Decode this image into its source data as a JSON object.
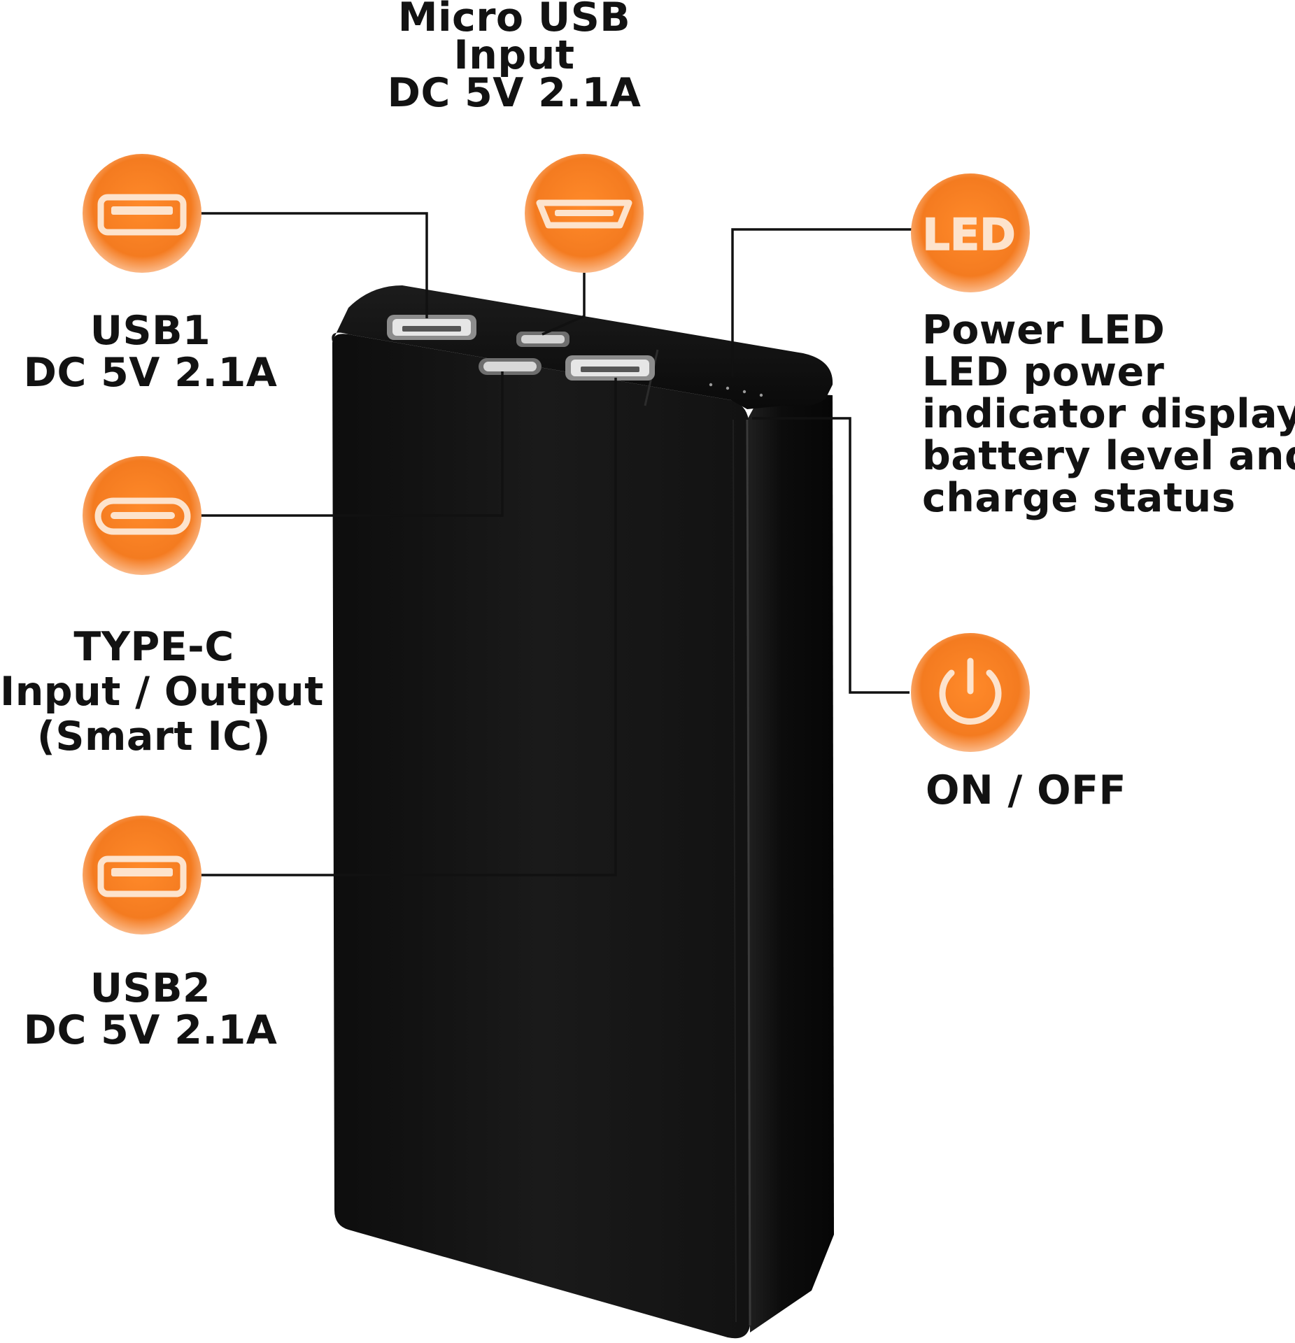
{
  "colors": {
    "accent": "#F47B20",
    "device": "#141414",
    "text": "#121212",
    "line": "#111111"
  },
  "callouts": {
    "usb1": {
      "icon": "usb-a-port-icon",
      "lines": [
        "USB1",
        "DC 5V 2.1A"
      ]
    },
    "micro_usb": {
      "icon": "micro-usb-port-icon",
      "lines": [
        "Micro USB",
        "Input",
        "DC 5V 2.1A"
      ]
    },
    "power_led": {
      "icon": "led-icon",
      "icon_text": "LED",
      "lines": [
        "Power LED",
        "LED power",
        "indicator displays",
        "battery level and",
        "charge status"
      ]
    },
    "type_c": {
      "icon": "usb-c-port-icon",
      "lines": [
        "TYPE-C",
        "Input / Output",
        "(Smart IC)"
      ]
    },
    "on_off": {
      "icon": "power-icon",
      "lines": [
        "ON / OFF"
      ]
    },
    "usb2": {
      "icon": "usb-a-port-icon",
      "lines": [
        "USB2",
        "DC 5V 2.1A"
      ]
    }
  }
}
